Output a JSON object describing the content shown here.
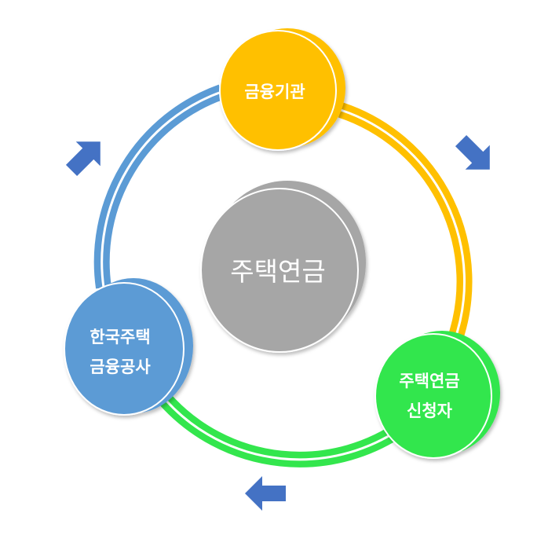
{
  "center": {
    "label": "주택연금",
    "color": "#a6a6a6"
  },
  "nodes": [
    {
      "id": "financial-institution",
      "lines": [
        "금융기관"
      ],
      "color": "#ffc000"
    },
    {
      "id": "applicant",
      "lines": [
        "주택연금",
        "신청자"
      ],
      "color": "#33e64d"
    },
    {
      "id": "hf-corporation",
      "lines": [
        "한국주택",
        "금융공사"
      ],
      "color": "#5b9bd5"
    }
  ],
  "ring_colors": {
    "top_right": "#ffc000",
    "bottom": "#33e64d",
    "left": "#5b9bd5"
  },
  "arrow_color": "#4472c4"
}
